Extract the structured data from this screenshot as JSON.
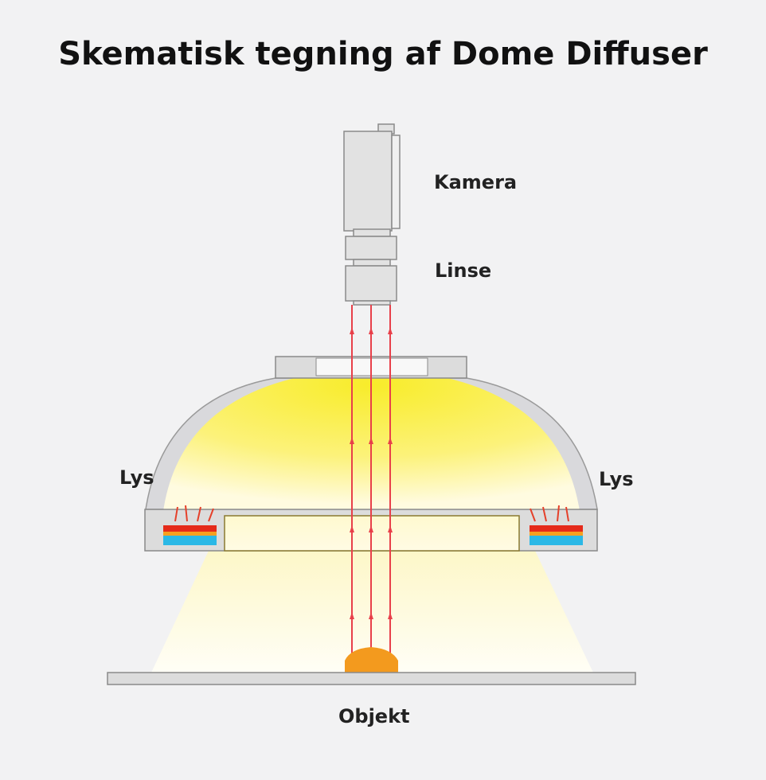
{
  "title": "Skematisk tegning af Dome Diffuser",
  "labels": {
    "camera": "Kamera",
    "lens": "Linse",
    "light_left": "Lys",
    "light_right": "Lys",
    "object": "Objekt"
  },
  "colors": {
    "background": "#f2f2f3",
    "dome_yellow": "#fbf04a",
    "ray_red": "#e8404a",
    "object_orange": "#f39a1e",
    "housing_gray": "#dcdcdc"
  }
}
